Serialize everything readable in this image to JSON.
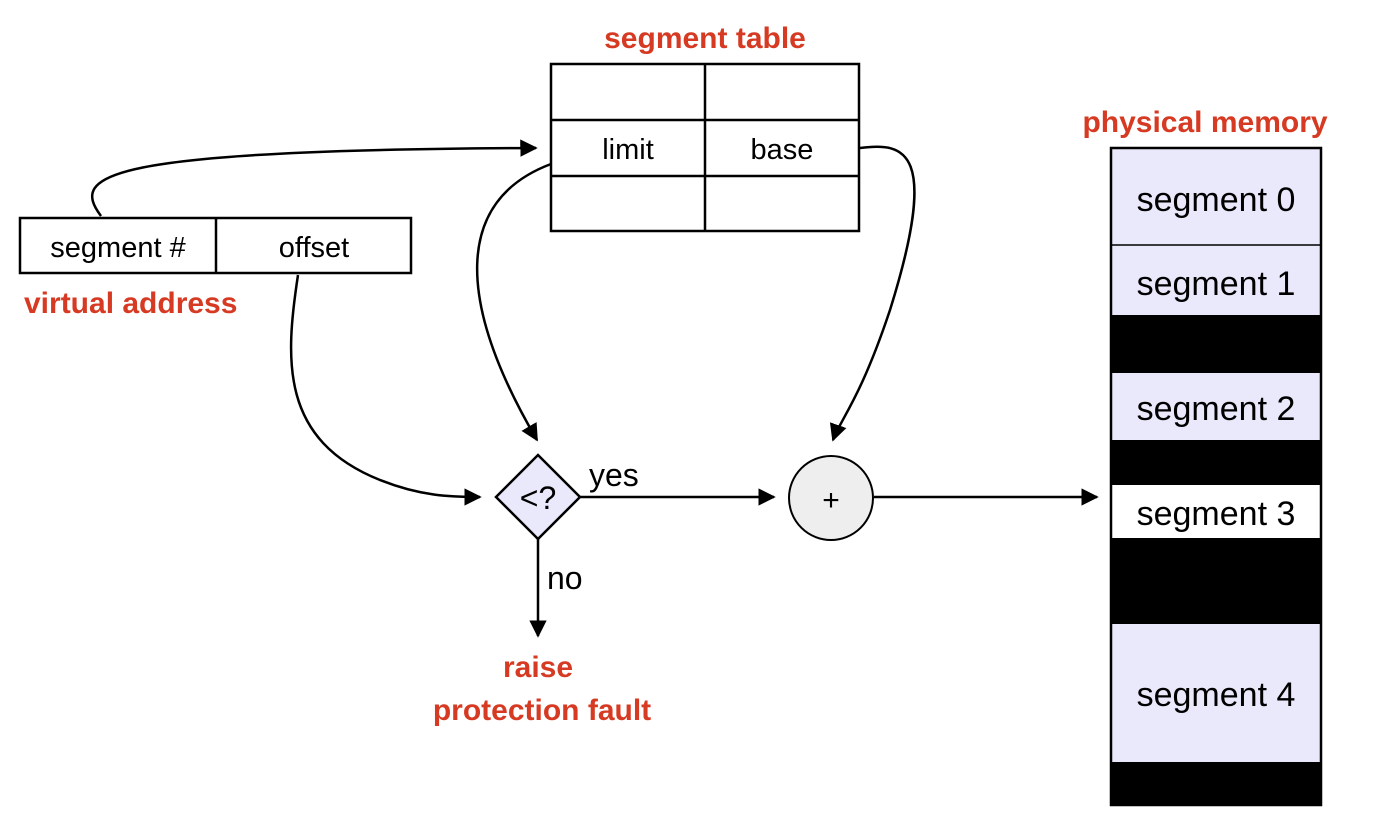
{
  "colors": {
    "heading": "#d63a22",
    "segment_fill": "#e9e9fb",
    "gap_fill": "#000000",
    "adder_fill": "#eeeeee",
    "comparator_fill": "#e9e9fb"
  },
  "segment_table": {
    "title": "segment table",
    "limit_label": "limit",
    "base_label": "base"
  },
  "virtual_address": {
    "title": "virtual address",
    "segment_label": "segment #",
    "offset_label": "offset"
  },
  "comparator": {
    "symbol": "<?",
    "yes_label": "yes",
    "no_label": "no"
  },
  "adder": {
    "symbol": "+"
  },
  "fault": {
    "line1": "raise",
    "line2": "protection fault"
  },
  "physical_memory": {
    "title": "physical memory",
    "segments": [
      {
        "label": "segment 0"
      },
      {
        "label": "segment 1"
      },
      {
        "label": "segment 2"
      },
      {
        "label": "segment 3"
      },
      {
        "label": "segment 4"
      }
    ]
  }
}
